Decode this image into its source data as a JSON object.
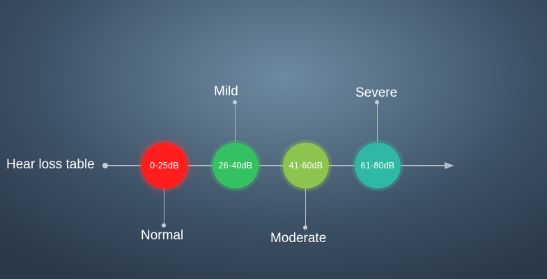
{
  "diagram": {
    "title": "Hear loss table",
    "levels": [
      {
        "range": "0-25dB",
        "label": "Normal",
        "color": "#ff1e1e",
        "label_position": "below"
      },
      {
        "range": "26-40dB",
        "label": "Mild",
        "color": "#35c162",
        "label_position": "above"
      },
      {
        "range": "41-60dB",
        "label": "Moderate",
        "color": "#8cc44f",
        "label_position": "below"
      },
      {
        "range": "61-80dB",
        "label": "Severe",
        "color": "#2fb8a3",
        "label_position": "above"
      }
    ]
  }
}
